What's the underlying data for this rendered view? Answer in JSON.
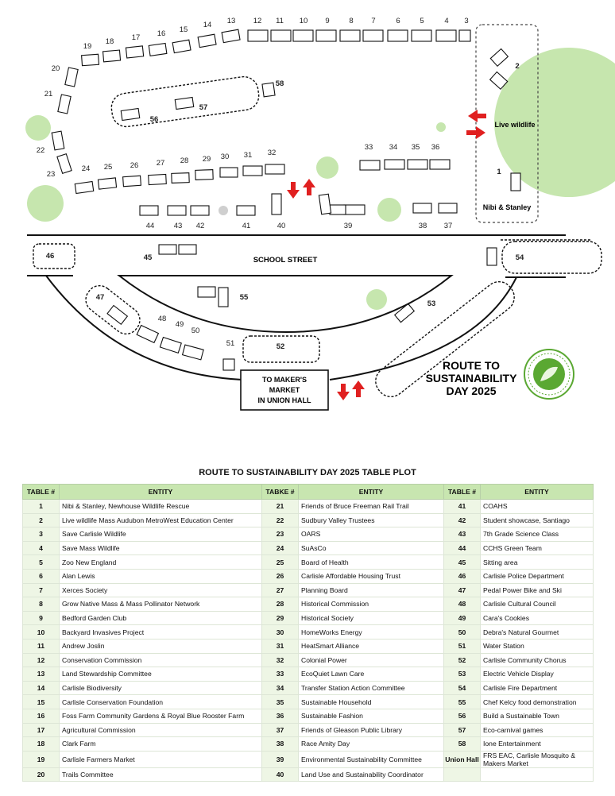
{
  "map": {
    "street_label": "SCHOOL STREET",
    "live_wildlife_label": "Live wildlife",
    "nibi_label": "Nibi & Stanley",
    "hall_label_line1": "TO MAKER'S",
    "hall_label_line2": "MARKET",
    "hall_label_line3": "IN UNION HALL",
    "route_line1": "ROUTE TO",
    "route_line2": "SUSTAINABILITY",
    "route_line3": "DAY 2025",
    "logo_text": "ROUTE TO SUSTAINABILITY DAY CARLISLE",
    "colors": {
      "green_circle": "#c6e6ae",
      "arrow_red": "#e02020",
      "logo_green": "#5aa832"
    },
    "table_numbers": [
      "1",
      "2",
      "3",
      "4",
      "5",
      "6",
      "7",
      "8",
      "9",
      "10",
      "11",
      "12",
      "13",
      "14",
      "15",
      "16",
      "17",
      "18",
      "19",
      "20",
      "21",
      "22",
      "23",
      "24",
      "25",
      "26",
      "27",
      "28",
      "29",
      "30",
      "31",
      "32",
      "33",
      "34",
      "35",
      "36",
      "37",
      "38",
      "39",
      "40",
      "41",
      "42",
      "43",
      "44",
      "45",
      "46",
      "47",
      "48",
      "49",
      "50",
      "51",
      "52",
      "53",
      "54",
      "55",
      "56",
      "57",
      "58"
    ]
  },
  "plot": {
    "title": "ROUTE TO SUSTAINABILITY DAY 2025 TABLE PLOT",
    "headers": [
      "TABLE #",
      "ENTITY",
      "TABKE #",
      "ENTITY",
      "TABLE #",
      "ENTITY"
    ],
    "rows": [
      [
        "1",
        "Nibi & Stanley, Newhouse Wildlife Rescue",
        "21",
        "Friends of Bruce Freeman Rail Trail",
        "41",
        "COAHS"
      ],
      [
        "2",
        "Live wildlife Mass Audubon MetroWest Education Center",
        "22",
        "Sudbury Valley Trustees",
        "42",
        "Student showcase, Santiago"
      ],
      [
        "3",
        "Save Carlisle Wildlife",
        "23",
        "OARS",
        "43",
        "7th Grade Science Class"
      ],
      [
        "4",
        "Save Mass Wildlife",
        "24",
        "SuAsCo",
        "44",
        "CCHS Green Team"
      ],
      [
        "5",
        "Zoo New England",
        "25",
        "Board of Health",
        "45",
        "Sitting area"
      ],
      [
        "6",
        "Alan Lewis",
        "26",
        "Carlisle Affordable Housing Trust",
        "46",
        "Carlisle Police Department"
      ],
      [
        "7",
        "Xerces Society",
        "27",
        "Planning Board",
        "47",
        "Pedal  Power Bike and Ski"
      ],
      [
        "8",
        "Grow Native Mass & Mass Pollinator Network",
        "28",
        "Historical Commission",
        "48",
        "Carlisle Cultural Council"
      ],
      [
        "9",
        "Bedford Garden Club",
        "29",
        "Historical Society",
        "49",
        "Cara's Cookies"
      ],
      [
        "10",
        "Backyard Invasives Project",
        "30",
        "HomeWorks Energy",
        "50",
        "Debra's Natural Gourmet"
      ],
      [
        "11",
        "Andrew Joslin",
        "31",
        "HeatSmart Alliance",
        "51",
        "Water Station"
      ],
      [
        "12",
        "Conservation Commission",
        "32",
        "Colonial Power",
        "52",
        "Carlisle Community Chorus"
      ],
      [
        "13",
        "Land Stewardship Committee",
        "33",
        "EcoQuiet Lawn Care",
        "53",
        "Electric Vehicle Display"
      ],
      [
        "14",
        "Carlisle Biodiversity",
        "34",
        "Transfer Station Action Committee",
        "54",
        "Carlisle Fire Department"
      ],
      [
        "15",
        "Carlisle Conservation Foundation",
        "35",
        "Sustainable Household",
        "55",
        "Chef Kelcy food demonstration"
      ],
      [
        "16",
        "Foss Farm Community Gardens & Royal Blue Rooster Farm",
        "36",
        "Sustainable Fashion",
        "56",
        "Build a Sustainable Town"
      ],
      [
        "17",
        "Agricultural Commission",
        "37",
        "Friends of Gleason Public Library",
        "57",
        "Eco-carnival games"
      ],
      [
        "18",
        "Clark Farm",
        "38",
        "Race Amity Day",
        "58",
        "Ione Entertainment"
      ],
      [
        "19",
        "Carlisle Farmers Market",
        "39",
        "Environmental Sustainability Committee",
        "Union Hall",
        "FRS EAC, Carlisle Mosquito & Makers Market"
      ],
      [
        "20",
        "Trails Committee",
        "40",
        "Land Use and Sustainability Coordinator",
        "",
        ""
      ]
    ]
  }
}
